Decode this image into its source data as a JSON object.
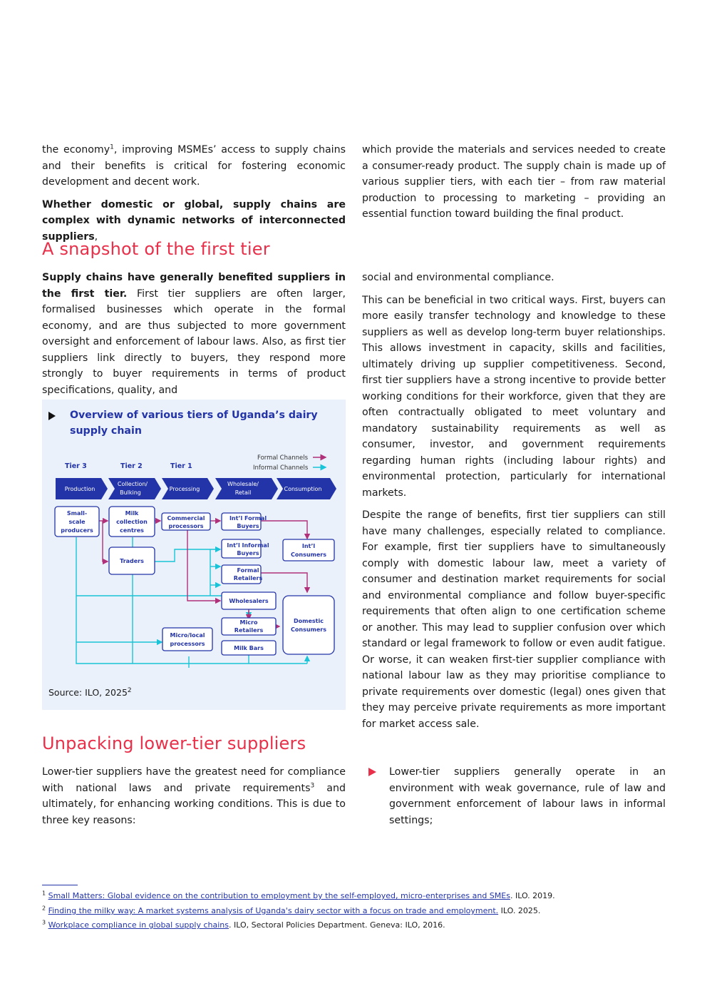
{
  "col1_top": {
    "p1": {
      "a": "the economy",
      "sup": "1",
      "b": ", improving MSMEs’ access to supply chains and their benefits is critical for fostering economic development and decent work."
    },
    "p2_bold": "Whether domestic or global, supply chains are complex with dynamic networks of interconnected suppliers",
    "p2_rest": ","
  },
  "col2_top": {
    "p1": "which provide the materials and services needed to create a consumer-ready product. The supply chain is made up of various supplier tiers, with each tier – from raw material production to processing to marketing – providing an essential function toward building the final product."
  },
  "section1": {
    "heading": "A snapshot of the first tier",
    "col1": {
      "bold": "Supply chains have generally benefited suppliers in the first tier.",
      "rest": " First tier suppliers are often larger, formalised businesses which operate in the formal economy, and are thus subjected to more government oversight and enforcement of labour laws. Also, as first tier suppliers link directly to buyers, they respond more strongly to buyer requirements in terms of product specifications, quality, and"
    },
    "col2": {
      "p1": "social and environmental compliance.",
      "p2": "This can be beneficial in two critical ways. First, buyers can more easily transfer technology and knowledge to these suppliers as well as develop long-term buyer relationships. This allows investment in capacity, skills and facilities, ultimately driving up supplier competitiveness. Second, first tier suppliers have a strong incentive to provide better working conditions for their workforce, given that they are often contractually obligated to meet voluntary and mandatory sustainability requirements as well as consumer, investor, and government requirements regarding human rights (including labour rights) and environmental protection, particularly for international markets.",
      "p3": "Despite the range of benefits, first tier suppliers can still have many challenges, especially related to compliance. For example, first tier suppliers have to simultaneously comply with domestic labour law, meet a variety of consumer and destination market requirements for social and environmental compliance and follow buyer-specific requirements that often align to one certification scheme or another. This may lead to supplier confusion over which standard or legal framework to follow or even audit fatigue. Or worse, it can weaken first-tier supplier compliance with national labour law as they may prioritise compliance to private requirements over domestic (legal) ones given that they may perceive private requirements as more important for market access sale."
    }
  },
  "figure": {
    "title": "Overview of various tiers of Uganda’s dairy supply chain",
    "source": "Source: ILO, 2025",
    "source_sup": "2",
    "colors": {
      "formal": "#b0307a",
      "informal": "#19c4d8",
      "stage": "#2334a8",
      "box_border": "#2334a8"
    },
    "legend": {
      "formal": "Formal Channels",
      "informal": "Informal Channels"
    },
    "tiers": [
      "Tier 3",
      "Tier 2",
      "Tier 1"
    ],
    "stages": [
      "Production",
      "Collection/ Bulking",
      "Processing",
      "Wholesale/ Retail",
      "Consumption"
    ],
    "nodes": {
      "small_scale": "Small- scale producers",
      "milk_collection": "Milk collection centres",
      "commercial": "Commercial processors",
      "intl_formal": "Int’l Formal Buyers",
      "traders": "Traders",
      "intl_informal": "Int’l Informal Buyers",
      "intl_consumers": "Int’l Consumers",
      "formal_retailers": "Formal Retailers",
      "wholesalers": "Wholesalers",
      "domestic": "Domestic Consumers",
      "micro_retailers": "Micro Retailers",
      "micro_local": "Micro/local processors",
      "milk_bars": "Milk Bars"
    }
  },
  "section2": {
    "heading": "Unpacking lower-tier suppliers",
    "col1": {
      "a": "Lower-tier suppliers have the greatest need for compliance with national laws and private requirements",
      "sup": "3",
      "b": " and ultimately, for enhancing working conditions. This is due to three key reasons:"
    },
    "bullet": "Lower-tier suppliers generally operate in an environment with weak governance, rule of law and government enforcement of labour laws in informal settings;"
  },
  "footnotes": [
    {
      "num": "1",
      "link": "Small Matters: Global evidence on the contribution to employment by the self-employed, micro-enterprises and SMEs",
      "rest": ". ILO. 2019."
    },
    {
      "num": "2",
      "link": "Finding the milky way: A market systems analysis of Uganda's dairy sector with a focus on trade and employment.",
      "rest": " ILO. 2025."
    },
    {
      "num": "3",
      "link": "Workplace compliance in global supply chains",
      "rest": ". ILO, Sectoral Policies Department. Geneva: ILO, 2016."
    }
  ]
}
